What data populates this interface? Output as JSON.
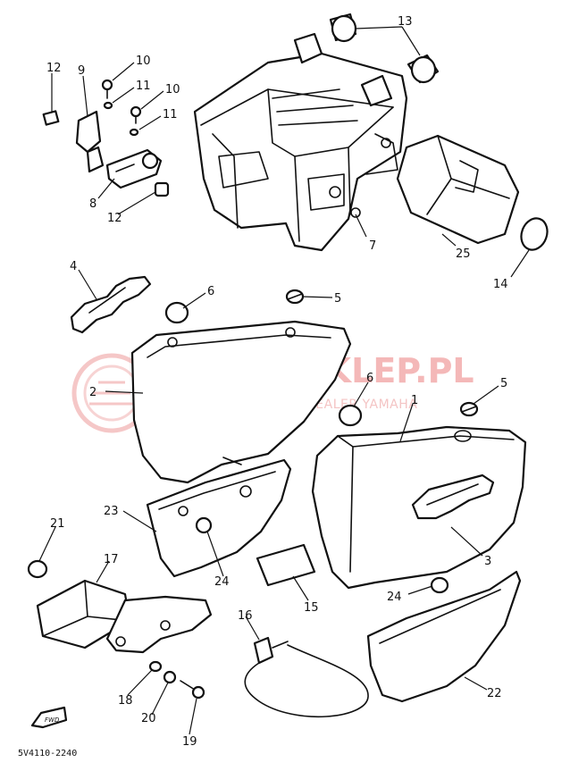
{
  "watermark": {
    "title": "YAMA-SKLEP.PL",
    "subtitle": "WOJCIECHOWICZ | DEALER YAMAHA",
    "color": "#f4b8b8"
  },
  "diagram": {
    "code": "5V4110-2240",
    "callouts": [
      {
        "id": "c13",
        "label": "13"
      },
      {
        "id": "c10a",
        "label": "10"
      },
      {
        "id": "c12a",
        "label": "12"
      },
      {
        "id": "c9",
        "label": "9"
      },
      {
        "id": "c11a",
        "label": "11"
      },
      {
        "id": "c10b",
        "label": "10"
      },
      {
        "id": "c11b",
        "label": "11"
      },
      {
        "id": "c8",
        "label": "8"
      },
      {
        "id": "c12b",
        "label": "12"
      },
      {
        "id": "c7",
        "label": "7"
      },
      {
        "id": "c25",
        "label": "25"
      },
      {
        "id": "c14",
        "label": "14"
      },
      {
        "id": "c4",
        "label": "4"
      },
      {
        "id": "c6a",
        "label": "6"
      },
      {
        "id": "c5a",
        "label": "5"
      },
      {
        "id": "c2",
        "label": "2"
      },
      {
        "id": "c6b",
        "label": "6"
      },
      {
        "id": "c5b",
        "label": "5"
      },
      {
        "id": "c1",
        "label": "1"
      },
      {
        "id": "c23",
        "label": "23"
      },
      {
        "id": "c3",
        "label": "3"
      },
      {
        "id": "c21",
        "label": "21"
      },
      {
        "id": "c17",
        "label": "17"
      },
      {
        "id": "c24a",
        "label": "24"
      },
      {
        "id": "c15",
        "label": "15"
      },
      {
        "id": "c24b",
        "label": "24"
      },
      {
        "id": "c16",
        "label": "16"
      },
      {
        "id": "c22",
        "label": "22"
      },
      {
        "id": "c18",
        "label": "18"
      },
      {
        "id": "c20",
        "label": "20"
      },
      {
        "id": "c19",
        "label": "19"
      }
    ],
    "fwd_icon": "fwd-arrow-icon"
  }
}
